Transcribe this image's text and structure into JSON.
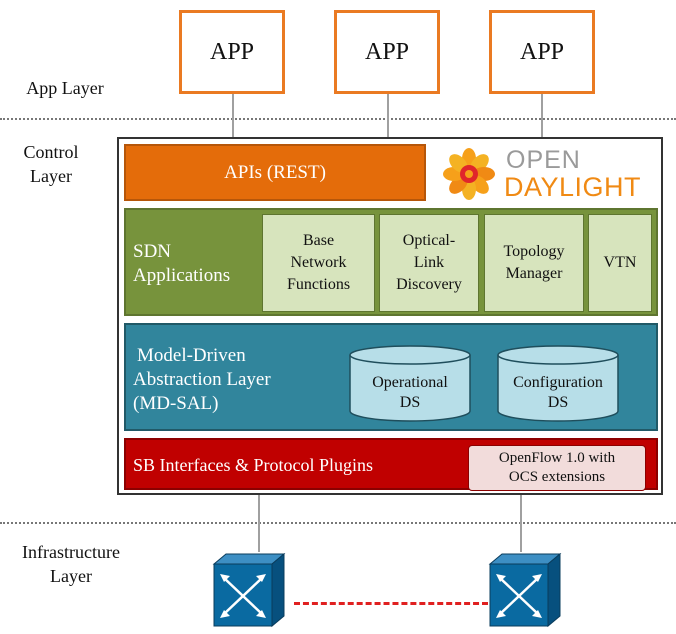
{
  "apps": [
    "APP",
    "APP",
    "APP"
  ],
  "layers": {
    "app": "App Layer",
    "control": [
      "Control",
      "Layer"
    ],
    "infrastructure": [
      "Infrastructure",
      "Layer"
    ]
  },
  "apis": {
    "label": "APIs (REST)"
  },
  "logo": {
    "line1": "OPEN",
    "line2": "DAYLIGHT"
  },
  "sdn": {
    "label": [
      "SDN",
      "Applications"
    ],
    "modules": [
      [
        "Base",
        "Network",
        "Functions"
      ],
      [
        "Optical-",
        "Link",
        "Discovery"
      ],
      [
        "Topology",
        "Manager"
      ],
      [
        "VTN"
      ]
    ]
  },
  "mdsal": {
    "label": [
      "Model-Driven",
      "Abstraction Layer",
      "(MD-SAL)"
    ],
    "stores": [
      [
        "Operational",
        "DS"
      ],
      [
        "Configuration",
        "DS"
      ]
    ]
  },
  "sb": {
    "label": "SB Interfaces & Protocol Plugins",
    "plugin": [
      "OpenFlow 1.0 with",
      "OCS extensions"
    ]
  },
  "colors": {
    "app_border": "#ea7a22",
    "apis": "#e46c0a",
    "sdn": "#77933c",
    "sdn_module": "#d7e4bd",
    "mdsal": "#31859c",
    "datastore": "#b7dee8",
    "sb": "#c00000",
    "plugin": "#f2dcdb",
    "switch": "#0a6aa1",
    "link": "#e02020"
  }
}
